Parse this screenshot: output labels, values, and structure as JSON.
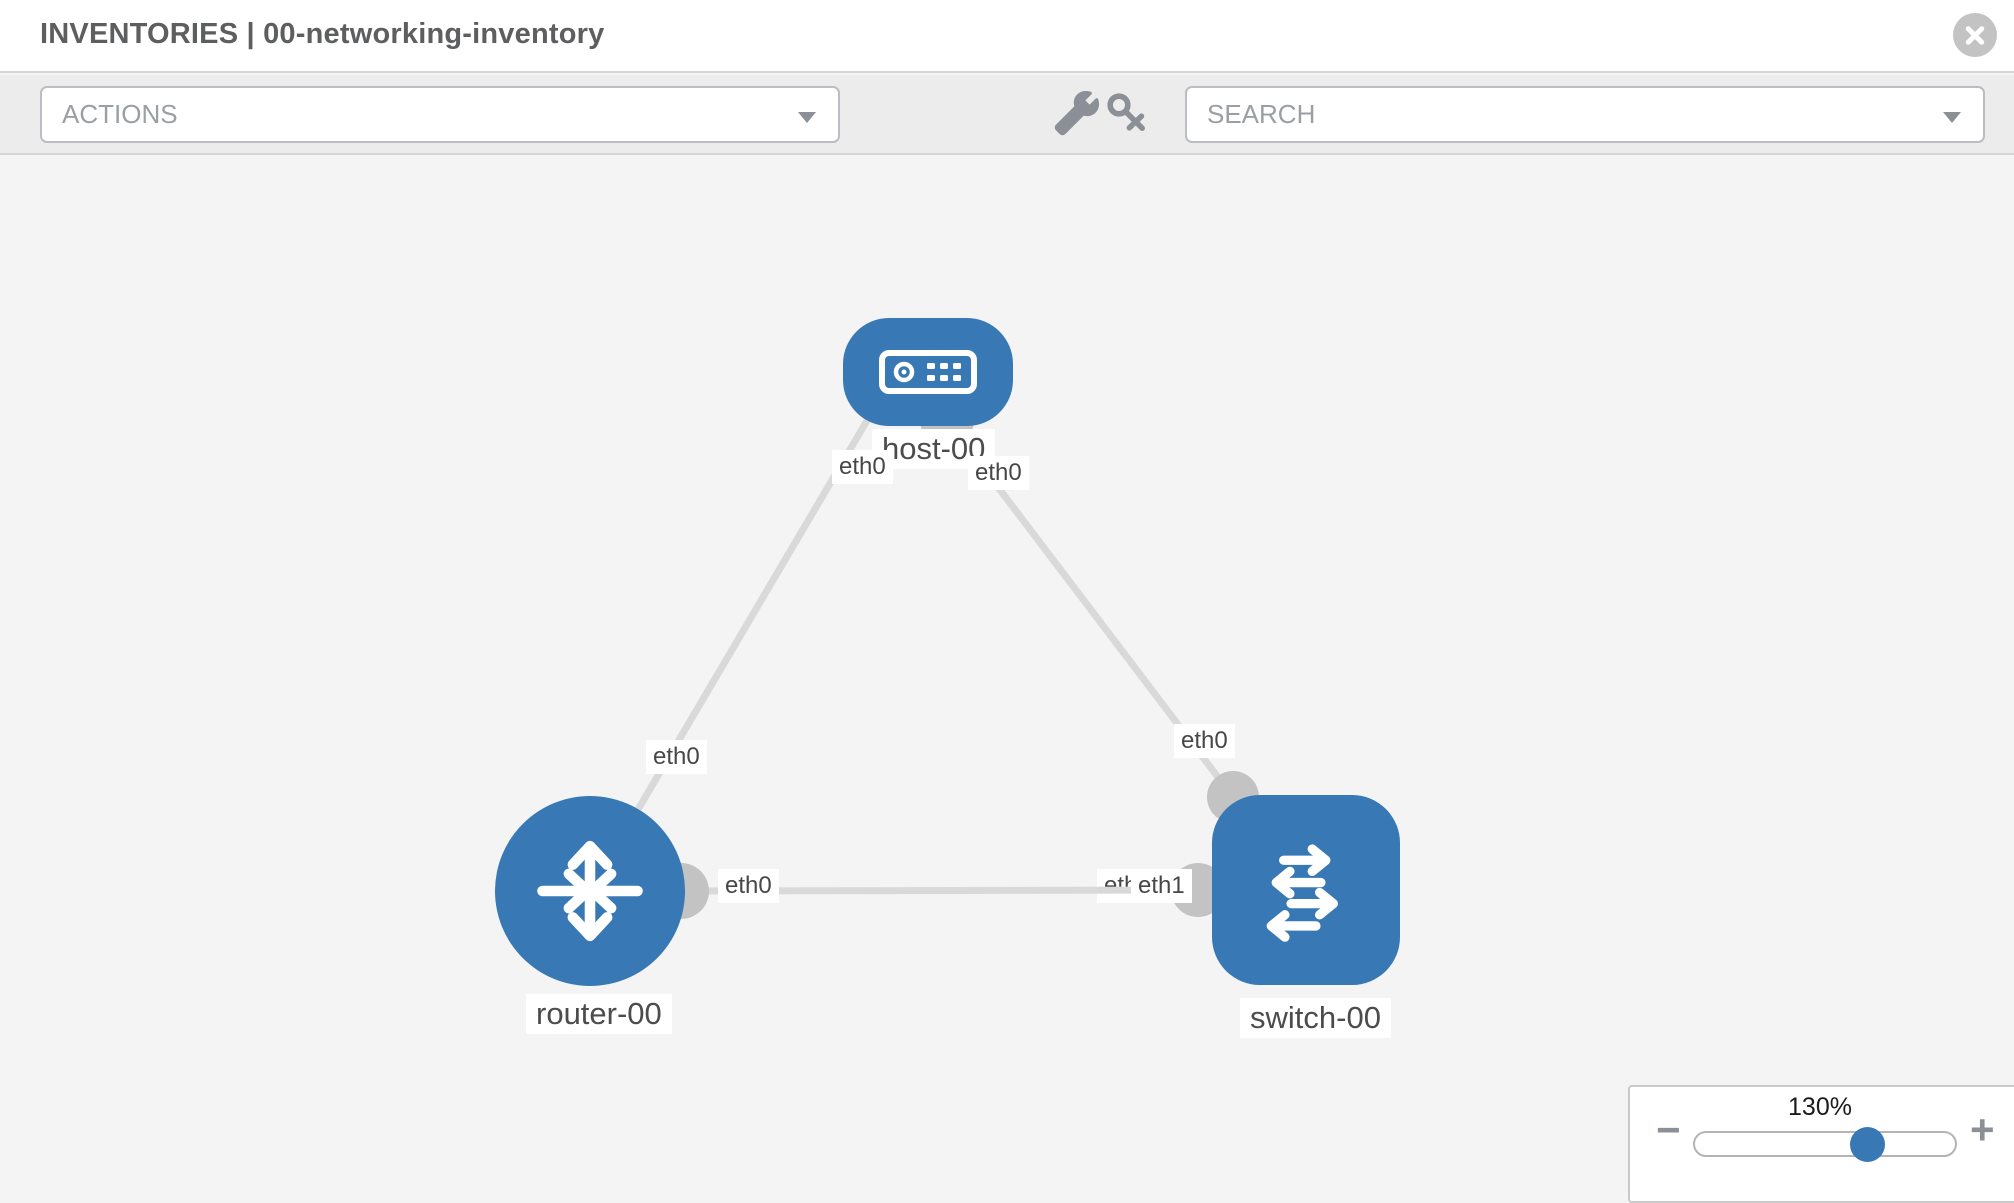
{
  "header": {
    "title": "INVENTORIES | 00-networking-inventory"
  },
  "toolbar": {
    "actions_label": "ACTIONS",
    "search_label": "SEARCH"
  },
  "topology": {
    "nodes": [
      {
        "id": "host-00",
        "type": "host",
        "label": "host-00"
      },
      {
        "id": "router-00",
        "type": "router",
        "label": "router-00"
      },
      {
        "id": "switch-00",
        "type": "switch",
        "label": "switch-00"
      }
    ],
    "links": [
      {
        "from": "router-00",
        "from_interface": "eth0",
        "to": "host-00",
        "to_interface": "eth0"
      },
      {
        "from": "switch-00",
        "from_interface": "eth0",
        "to": "host-00",
        "to_interface": "eth0"
      },
      {
        "from": "router-00",
        "from_interface": "eth0",
        "to": "switch-00",
        "to_interface": "eth1",
        "occluded_interface_label": "eth0"
      }
    ]
  },
  "zoom_control": {
    "value": "130%",
    "decrease_label": "−",
    "increase_label": "+"
  },
  "colors": {
    "node_fill": "#3878b4",
    "link": "#d9d9d9",
    "connector": "#c3c3c3",
    "toolbar_bg": "#ececec",
    "canvas_bg": "#f4f4f5"
  }
}
